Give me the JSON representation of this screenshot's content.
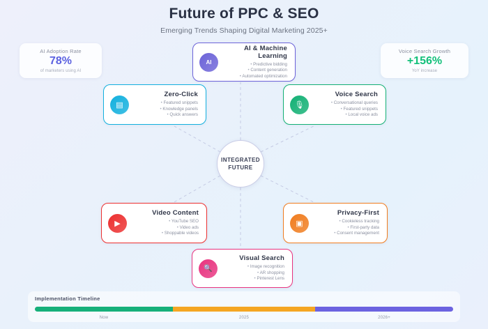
{
  "header": {
    "title": "Future of PPC & SEO",
    "subtitle": "Emerging Trends Shaping Digital Marketing 2025+"
  },
  "stats": [
    {
      "label": "AI Adoption Rate",
      "value": "78%",
      "sub": "of marketers using AI",
      "color": "#5b61e0"
    },
    {
      "label": "Voice Search Growth",
      "value": "+156%",
      "sub": "YoY increase",
      "color": "#13c07a"
    }
  ],
  "hub": {
    "line1": "INTEGRATED",
    "line2": "FUTURE"
  },
  "cards": [
    {
      "id": "ai",
      "title": "AI & Machine Learning",
      "icon_label": "AI",
      "icon_name": "ai-badge-icon",
      "color": "#6c63d8",
      "items": [
        "Predictive bidding",
        "Content generation",
        "Automated optimization"
      ]
    },
    {
      "id": "zero",
      "title": "Zero-Click",
      "icon_label": "▤",
      "icon_name": "snippet-box-icon",
      "color": "#12b0de",
      "items": [
        "Featured snippets",
        "Knowledge panels",
        "Quick answers"
      ]
    },
    {
      "id": "voice",
      "title": "Voice Search",
      "icon_label": "🎙",
      "icon_name": "microphone-icon",
      "color": "#12b074",
      "items": [
        "Conversational queries",
        "Featured snippets",
        "Local voice ads"
      ]
    },
    {
      "id": "video",
      "title": "Video Content",
      "icon_label": "▶",
      "icon_name": "play-button-icon",
      "color": "#ec2f2f",
      "items": [
        "YouTube SEO",
        "Video ads",
        "Shoppable videos"
      ]
    },
    {
      "id": "privacy",
      "title": "Privacy-First",
      "icon_label": "▣",
      "icon_name": "shield-lock-icon",
      "color": "#f07c1e",
      "items": [
        "Cookieless tracking",
        "First-party data",
        "Consent management"
      ]
    },
    {
      "id": "visual",
      "title": "Visual Search",
      "icon_label": "🔍",
      "icon_name": "camera-lens-icon",
      "color": "#e8337f",
      "items": [
        "Image recognition",
        "AR shopping",
        "Pinterest Lens"
      ]
    }
  ],
  "timeline": {
    "title": "Implementation Timeline",
    "segments": [
      {
        "label": "Now",
        "color": "#17b07a",
        "width": 33
      },
      {
        "label": "2025",
        "color": "#f5a623",
        "width": 34
      },
      {
        "label": "2026+",
        "color": "#6c63e0",
        "width": 33
      }
    ]
  }
}
